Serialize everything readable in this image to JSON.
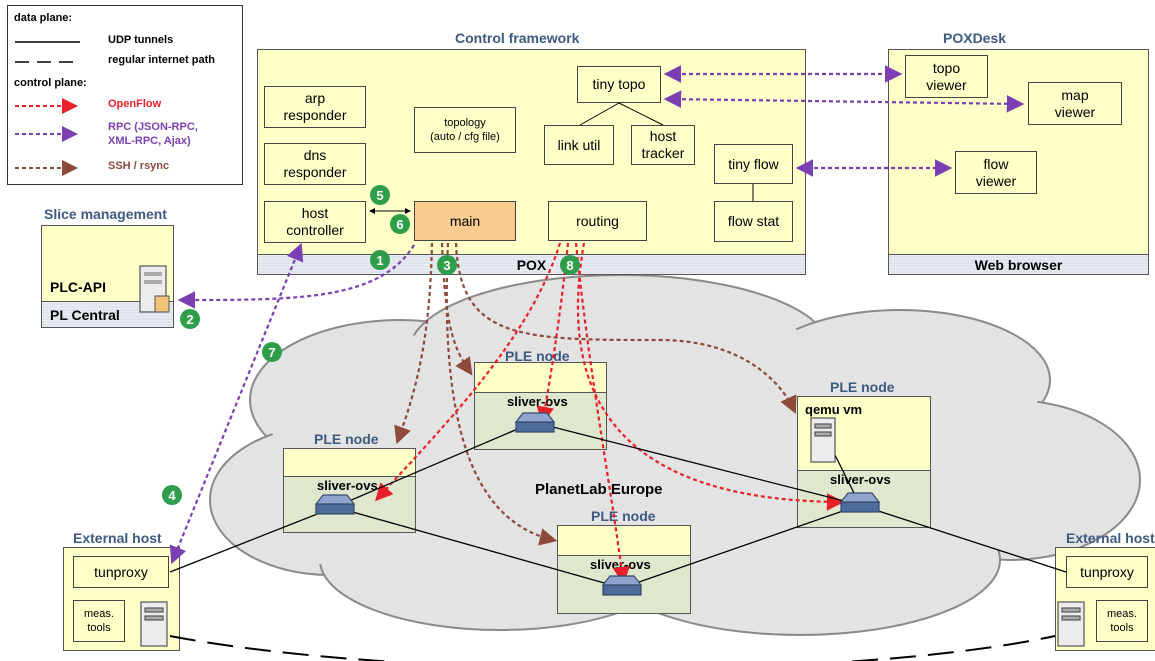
{
  "legend": {
    "data_plane_title": "data plane:",
    "udp_tunnels": "UDP tunnels",
    "regular_internet": "regular internet path",
    "control_plane_title": "control plane:",
    "openflow": "OpenFlow",
    "rpc_line1": "RPC (JSON-RPC,",
    "rpc_line2": "XML-RPC, Ajax)",
    "ssh": "SSH / rsync",
    "colors": {
      "openflow": "#e8202a",
      "rpc": "#7b3fb3",
      "ssh": "#8b4a3a"
    }
  },
  "control": {
    "title": "Control framework",
    "arp": "arp\nresponder",
    "dns": "dns\nresponder",
    "host_controller": "host\ncontroller",
    "topology": "topology\n(auto / cfg file)",
    "main": "main",
    "tiny_topo": "tiny topo",
    "link_util": "link util",
    "host_tracker": "host\ntracker",
    "tiny_flow": "tiny flow",
    "flow_stat": "flow stat",
    "routing": "routing",
    "pox": "POX"
  },
  "poxdesk": {
    "title": "POXDesk",
    "topo_viewer": "topo\nviewer",
    "map_viewer": "map\nviewer",
    "flow_viewer": "flow\nviewer",
    "web_browser": "Web browser"
  },
  "slice": {
    "title": "Slice management",
    "plc_api": "PLC-API",
    "pl_central": "PL Central"
  },
  "cloud": {
    "label": "PlanetLab Europe"
  },
  "ple_nodes": {
    "left": {
      "title": "PLE node",
      "ovs": "sliver-ovs"
    },
    "top": {
      "title": "PLE node",
      "ovs": "sliver-ovs"
    },
    "bottom": {
      "title": "PLE node",
      "ovs": "sliver-ovs"
    },
    "right": {
      "title": "PLE node",
      "ovs": "sliver-ovs",
      "vm": "qemu vm"
    }
  },
  "external_left": {
    "title": "External host",
    "tunproxy": "tunproxy",
    "tools": "meas.\ntools"
  },
  "external_right": {
    "title": "External host",
    "tunproxy": "tunproxy",
    "tools": "meas.\ntools"
  },
  "steps": [
    "1",
    "2",
    "3",
    "4",
    "5",
    "6",
    "7",
    "8"
  ]
}
